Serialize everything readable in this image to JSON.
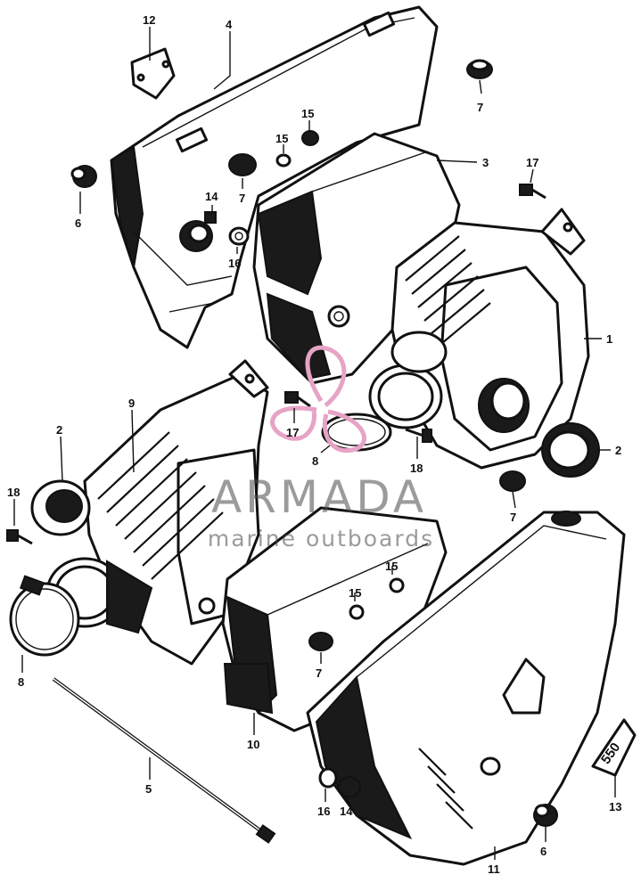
{
  "watermark": {
    "brand": "ARMADA",
    "tagline": "marine outboards",
    "logo_color": "#e7a3c6",
    "text_color": "#4a4a4a"
  },
  "callouts": [
    {
      "id": "c12a",
      "label": "12"
    },
    {
      "id": "c4",
      "label": "4"
    },
    {
      "id": "c7a",
      "label": "7"
    },
    {
      "id": "c15a",
      "label": "15"
    },
    {
      "id": "c15b",
      "label": "15"
    },
    {
      "id": "c3",
      "label": "3"
    },
    {
      "id": "c17a",
      "label": "17"
    },
    {
      "id": "c6a",
      "label": "6"
    },
    {
      "id": "c14a",
      "label": "14"
    },
    {
      "id": "c7b",
      "label": "7"
    },
    {
      "id": "c16a",
      "label": "16"
    },
    {
      "id": "c1",
      "label": "1"
    },
    {
      "id": "c9",
      "label": "9"
    },
    {
      "id": "c2a",
      "label": "2"
    },
    {
      "id": "c17b",
      "label": "17"
    },
    {
      "id": "c8a",
      "label": "8"
    },
    {
      "id": "c18a",
      "label": "18"
    },
    {
      "id": "c2b",
      "label": "2"
    },
    {
      "id": "c18b",
      "label": "18"
    },
    {
      "id": "c7c",
      "label": "7"
    },
    {
      "id": "c15c",
      "label": "15"
    },
    {
      "id": "c15d",
      "label": "15"
    },
    {
      "id": "c8b",
      "label": "8"
    },
    {
      "id": "c7d",
      "label": "7"
    },
    {
      "id": "c10",
      "label": "10"
    },
    {
      "id": "c5",
      "label": "5"
    },
    {
      "id": "c16b",
      "label": "16"
    },
    {
      "id": "c14b",
      "label": "14"
    },
    {
      "id": "c11",
      "label": "11"
    },
    {
      "id": "c6b",
      "label": "6"
    },
    {
      "id": "c13",
      "label": "13"
    }
  ],
  "emblem_text": "550"
}
